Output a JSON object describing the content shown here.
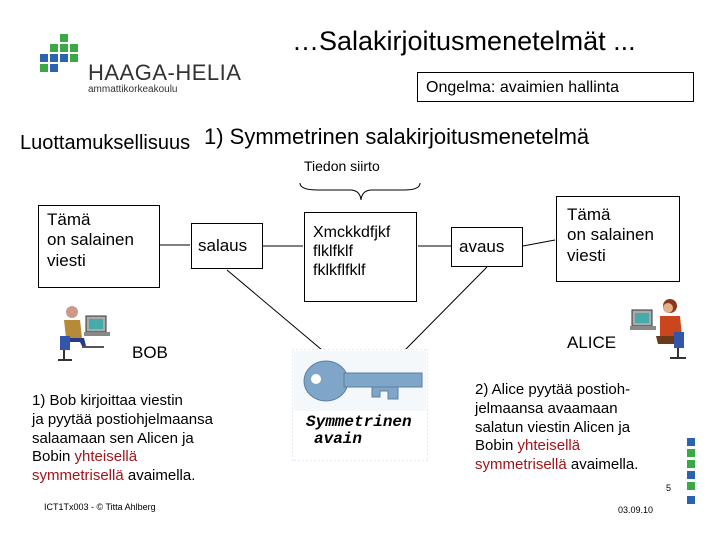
{
  "header": {
    "title": "…Salakirjoitusmenetelmät ...",
    "logo_main": "HAAGA-HELIA",
    "logo_sub": "ammattikorkeakoulu"
  },
  "problem_box": "Ongelma:  avaimien hallinta",
  "trust_label": "Luottamuksellisuus",
  "heading": "1) Symmetrinen salakirjoitusmenetelmä",
  "transfer_label": "Tiedon siirto",
  "boxes": {
    "message_sender": [
      "Tämä",
      "on salainen",
      "viesti"
    ],
    "encrypt": "salaus",
    "ciphertext": [
      "Xmckkdfjkf",
      "flklfklf",
      "fklkflfklf"
    ],
    "decrypt": "avaus",
    "message_receiver": [
      "Tämä",
      "on salainen",
      "viesti"
    ]
  },
  "bob_label": "BOB",
  "alice_label": "ALICE",
  "key_label": [
    "Symmetrinen",
    "avain"
  ],
  "desc_bob": {
    "line1": "1) Bob kirjoittaa viestin",
    "line2": "ja pyytää postiohjelmaansa",
    "line3": "salaamaan sen Alicen ja",
    "line4_pre": "Bobin ",
    "line4_red": "yhteisellä",
    "line5_red": "symmetrisellä",
    "line5_post": " avaimella."
  },
  "desc_alice": {
    "line1": "2) Alice pyytää postioh-",
    "line2": "jelmaansa avaamaan",
    "line3": "salatun viestin Alicen ja",
    "line4_pre": "Bobin ",
    "line4_red": "yhteisellä",
    "line5_red": "symmetrisellä",
    "line5_post": " avaimella."
  },
  "footer": {
    "left": "ICT1Tx003 - © Titta Ahlberg",
    "right": "03.09.10",
    "page": "5"
  },
  "colors": {
    "logo_green": "#3aa845",
    "logo_blue": "#2b63b0",
    "emphasis_red": "#a0151a",
    "key_blue": "#7fa6c9"
  }
}
